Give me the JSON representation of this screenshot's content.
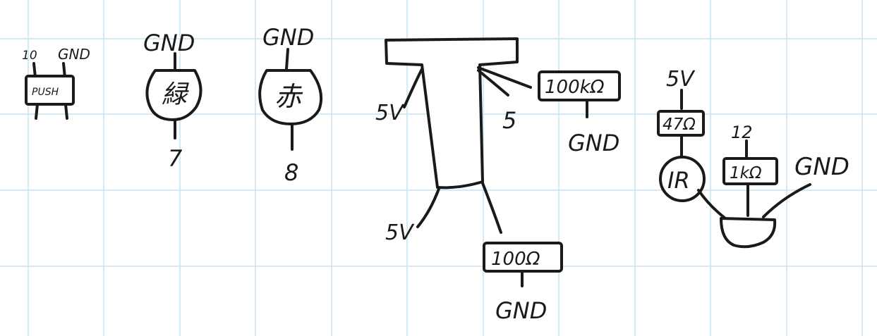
{
  "colors": {
    "ink": "#1a1a1a",
    "paper": "#ffffff",
    "grid": "#c9e3f3"
  },
  "pushbutton": {
    "pin_left": "10",
    "pin_right": "GND",
    "label": "PUSH"
  },
  "green_led": {
    "top": "GND",
    "label": "緑",
    "bottom": "7"
  },
  "red_led": {
    "top": "GND",
    "label": "赤",
    "bottom": "8"
  },
  "transistor": {
    "left_upper": "5V",
    "right_upper": "5",
    "resistor_upper": "100kΩ",
    "gnd_upper": "GND",
    "left_lower": "5V",
    "resistor_lower": "100Ω",
    "gnd_lower": "GND"
  },
  "ir_sensor": {
    "supply": "5V",
    "resistor_a": "47Ω",
    "sensor": "IR",
    "pin": "12",
    "resistor_b": "1kΩ",
    "gnd": "GND"
  }
}
